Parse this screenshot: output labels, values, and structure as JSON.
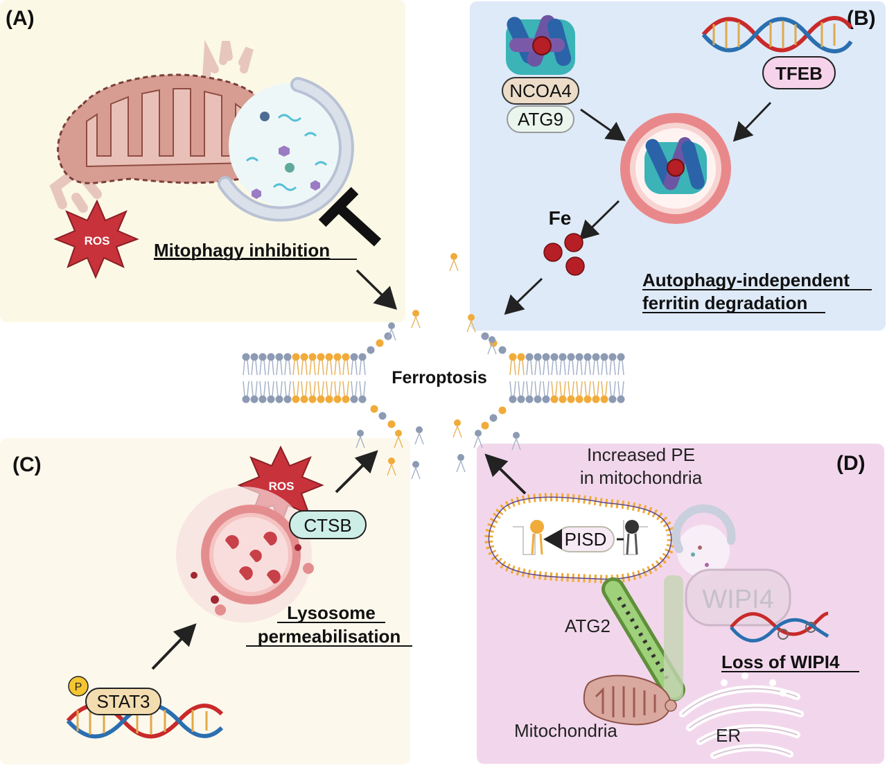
{
  "panels": {
    "a": {
      "letter": "(A)",
      "ros": "ROS",
      "caption": "Mitophagy inhibition"
    },
    "b": {
      "letter": "(B)",
      "ncoa4": "NCOA4",
      "atg9": "ATG9",
      "tfeb": "TFEB",
      "fe": "Fe",
      "caption_line1": "Autophagy-independent",
      "caption_line2": "ferritin degradation"
    },
    "c": {
      "letter": "(C)",
      "ros": "ROS",
      "ctsb": "CTSB",
      "caption_line1": "Lysosome",
      "caption_line2": "permeabilisation",
      "p": "P",
      "stat3": "STAT3"
    },
    "d": {
      "letter": "(D)",
      "pe_line1": "Increased PE",
      "pe_line2": "in mitochondria",
      "pisd": "PISD",
      "wipi4": "WIPI4",
      "atg2": "ATG2",
      "caption": "Loss of WIPI4",
      "mitochondria": "Mitochondria",
      "er": "ER"
    }
  },
  "center": {
    "label": "Ferroptosis"
  },
  "colors": {
    "panel_a_bg": "#fbf8e6",
    "panel_b_bg": "#deeaf8",
    "panel_c_bg": "#fcf8ec",
    "panel_d_bg": "#f2d7ec",
    "mito": "#d79d92",
    "ros": "#c8323a",
    "lipid_grey": "#8d9ab3",
    "lipid_orange": "#f0ab3a",
    "iron": "#b51f25"
  }
}
